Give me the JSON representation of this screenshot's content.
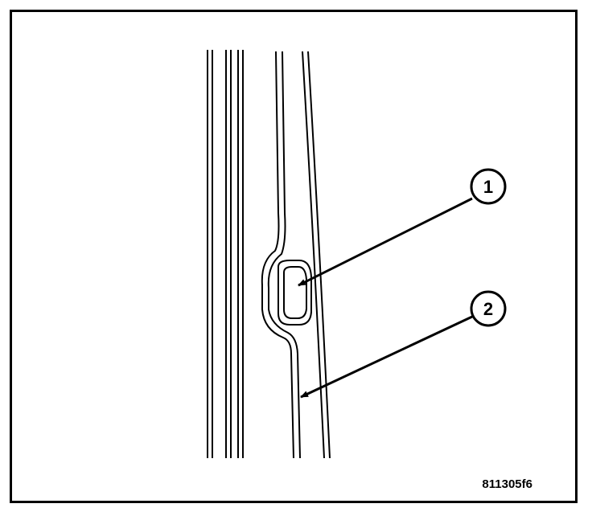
{
  "figure": {
    "code": "811305f6"
  },
  "callouts": [
    {
      "number": "1",
      "target": "oval-opening"
    },
    {
      "number": "2",
      "target": "lower-channel"
    }
  ]
}
